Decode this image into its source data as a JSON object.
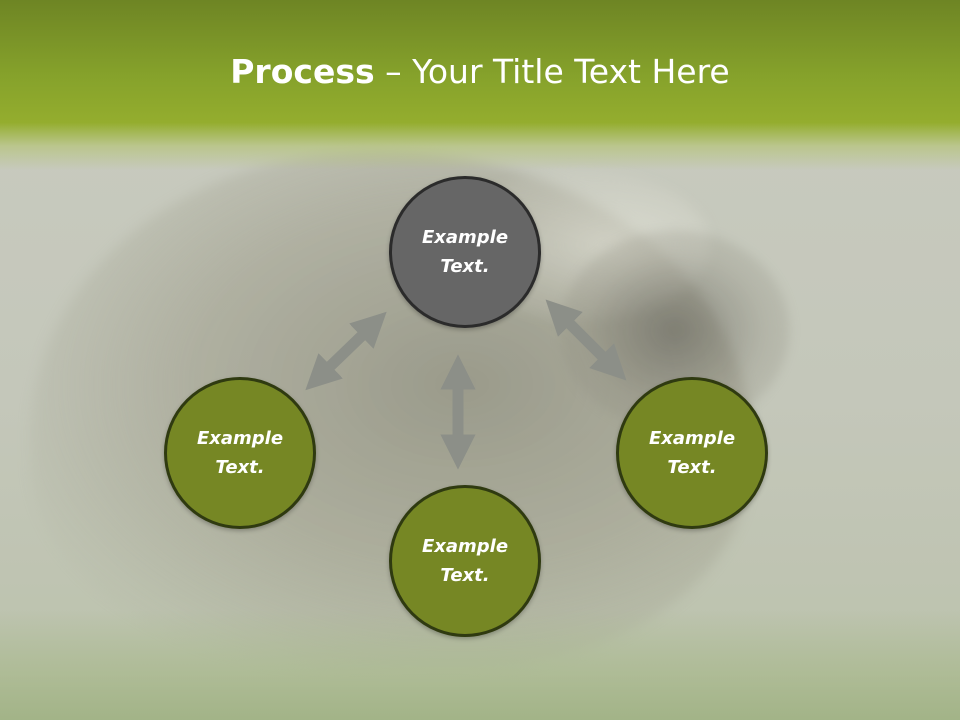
{
  "slide": {
    "title_bold": "Process",
    "title_rest": " – Your Title Text Here",
    "colors": {
      "header_green": "#86a22b",
      "circle_green": "#768724",
      "circle_gray": "#666666",
      "arrow_gray": "#8c8f88"
    }
  },
  "nodes": [
    {
      "text": "Example Text."
    },
    {
      "text": "Example Text."
    },
    {
      "text": "Example Text."
    },
    {
      "text": "Example Text."
    }
  ]
}
